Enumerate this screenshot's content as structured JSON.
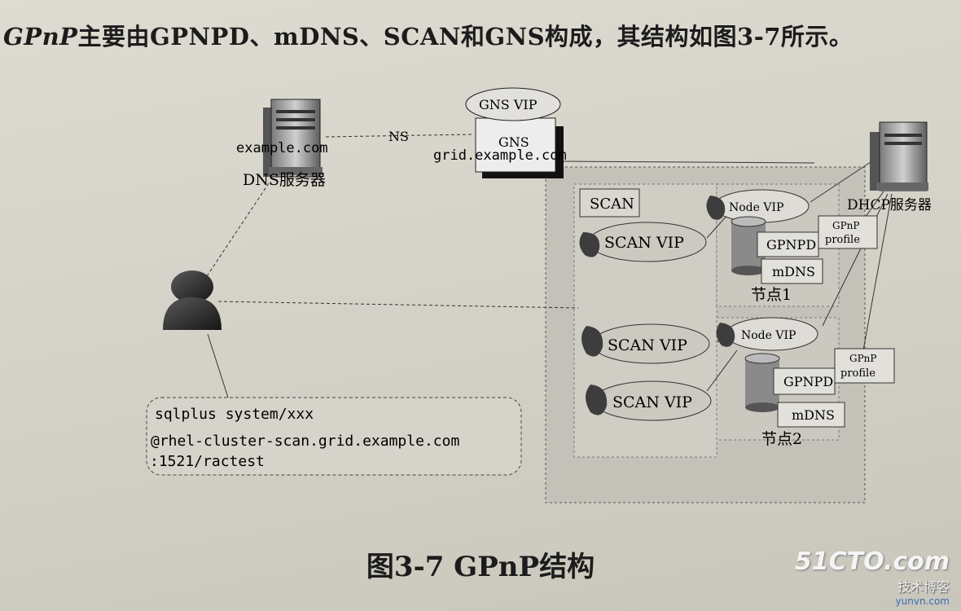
{
  "intro": {
    "lead": "GPnP",
    "rest": "主要由GPNPD、mDNS、SCAN和GNS构成，其结构如图3-7所示。"
  },
  "diagram": {
    "dns_server": {
      "host": "example.com",
      "label": "DNS服务器"
    },
    "ns_link": "NS",
    "gns": {
      "vip": "GNS VIP",
      "name": "GNS",
      "domain": "grid.example.com"
    },
    "scan_box": "SCAN",
    "scan_vips": [
      "SCAN VIP",
      "SCAN VIP",
      "SCAN VIP"
    ],
    "node1": {
      "vip": "Node VIP",
      "gpnpd": "GPNPD",
      "mdns": "mDNS",
      "profile_line1": "GPnP",
      "profile_line2": "profile",
      "label": "节点1"
    },
    "node2": {
      "vip": "Node VIP",
      "gpnpd": "GPNPD",
      "mdns": "mDNS",
      "profile_line1": "GPnP",
      "profile_line2": "profile",
      "label": "节点2"
    },
    "dhcp_label": "DHCP服务器",
    "command": {
      "line1": "sqlplus system/xxx",
      "line2": "@rhel-cluster-scan.grid.example.com",
      "line3": ":1521/ractest"
    }
  },
  "caption": "图3-7   GPnP结构",
  "watermark": {
    "brand": "51CTO.com",
    "sub": "技术博客",
    "site": "yunvn.com"
  }
}
